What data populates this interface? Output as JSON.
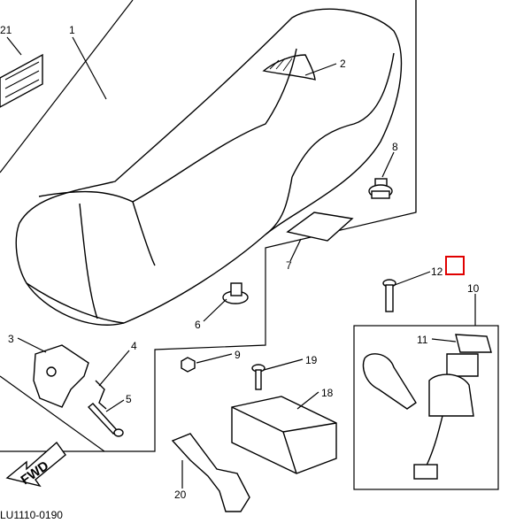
{
  "diagram": {
    "footer_code": "LU1110-0190",
    "direction_label": "FWD",
    "callouts": {
      "c1": "1",
      "c2": "2",
      "c3": "3",
      "c4": "4",
      "c5": "5",
      "c6": "6",
      "c7": "7",
      "c8": "8",
      "c9": "9",
      "c10": "10",
      "c11": "11",
      "c12": "12",
      "c18": "18",
      "c19": "19",
      "c20": "20",
      "c21": "21"
    },
    "highlight_color": "#e00000"
  }
}
